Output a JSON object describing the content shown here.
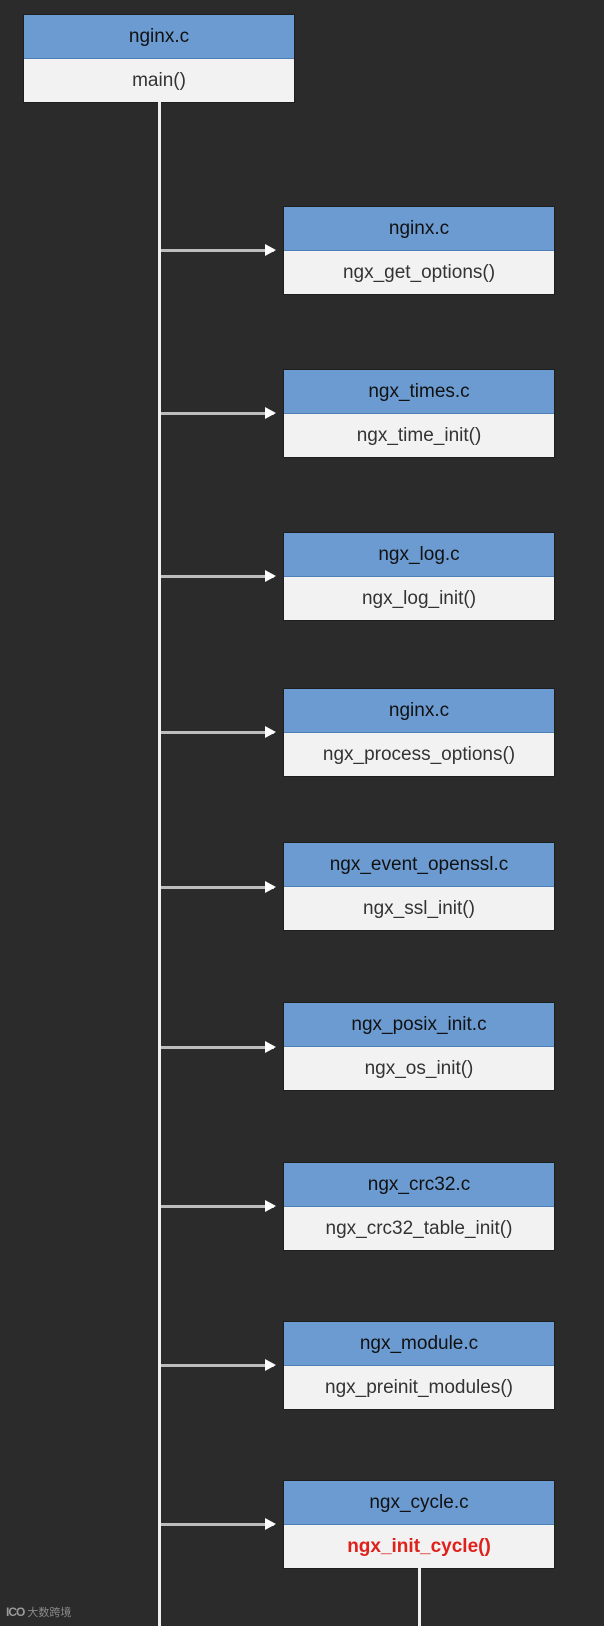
{
  "root": {
    "file": "nginx.c",
    "func": "main()"
  },
  "calls": [
    {
      "file": "nginx.c",
      "func": "ngx_get_options()",
      "highlight": false
    },
    {
      "file": "ngx_times.c",
      "func": "ngx_time_init()",
      "highlight": false
    },
    {
      "file": "ngx_log.c",
      "func": "ngx_log_init()",
      "highlight": false
    },
    {
      "file": "nginx.c",
      "func": "ngx_process_options()",
      "highlight": false
    },
    {
      "file": "ngx_event_openssl.c",
      "func": "ngx_ssl_init()",
      "highlight": false
    },
    {
      "file": "ngx_posix_init.c",
      "func": "ngx_os_init()",
      "highlight": false
    },
    {
      "file": "ngx_crc32.c",
      "func": "ngx_crc32_table_init()",
      "highlight": false
    },
    {
      "file": "ngx_module.c",
      "func": "ngx_preinit_modules()",
      "highlight": false
    },
    {
      "file": "ngx_cycle.c",
      "func": "ngx_init_cycle()",
      "highlight": true
    }
  ],
  "colors": {
    "background": "#2b2b2b",
    "file_header": "#6b9bd1",
    "func_body": "#f2f2f2",
    "highlight_text": "#e0201b"
  },
  "watermark": {
    "logo": "ICO",
    "text": "大数跨境"
  }
}
